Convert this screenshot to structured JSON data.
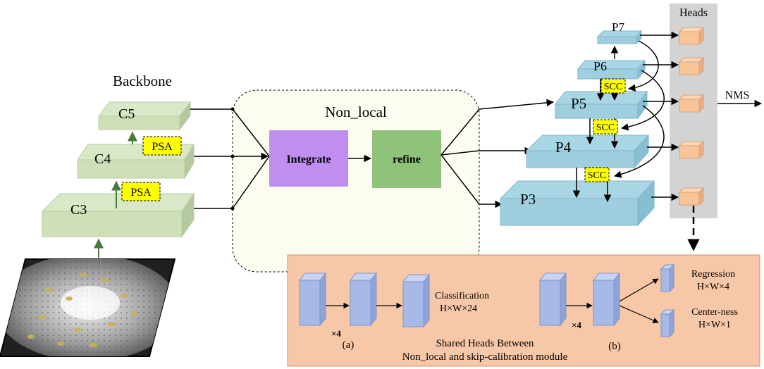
{
  "backbone": {
    "title": "Backbone",
    "levels": [
      "C3",
      "C4",
      "C5"
    ],
    "psa_label": "PSA"
  },
  "non_local": {
    "title": "Non_local",
    "integrate_label": "Integrate",
    "refine_label": "refine"
  },
  "pyramid": {
    "levels": [
      "P3",
      "P4",
      "P5",
      "P6",
      "P7"
    ],
    "scc_label": "SCC"
  },
  "heads": {
    "title": "Heads",
    "nms_label": "NMS"
  },
  "shared_heads": {
    "times_four": "×4",
    "classification_title": "Classification",
    "classification_dims": "H×W×24",
    "regression_title": "Regression",
    "regression_dims": "H×W×4",
    "centerness_title": "Center-ness",
    "centerness_dims": "H×W×1",
    "label_a": "(a)",
    "label_b": "(b)",
    "caption_line1": "Shared Heads Between",
    "caption_line2": "Non_local and skip-calibration module"
  },
  "colors": {
    "backbone_layer": "#d9e8c6",
    "pyramid_layer": "#a9d6e5",
    "psa_scc_box": "#ffff00",
    "integrate_box": "#c08ef0",
    "refine_box": "#8fc37a",
    "non_local_bg": "#fdfcf1",
    "heads_column": "#d3d3d3",
    "head_cube": "#f9c498",
    "shared_heads_bg": "#f7c8a8",
    "feature_block": "#a7b9e6"
  }
}
